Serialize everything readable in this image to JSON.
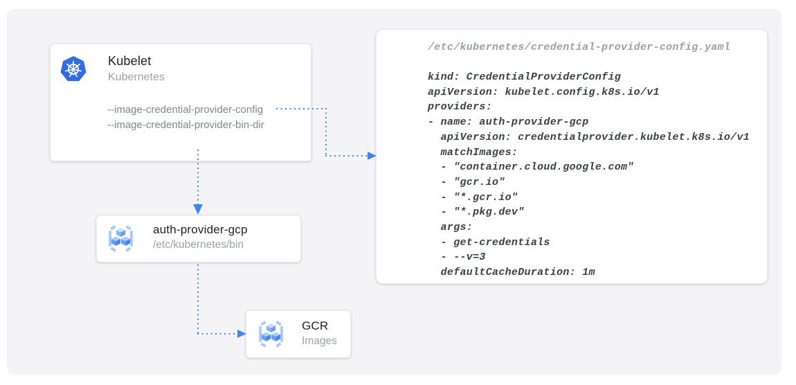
{
  "nodes": {
    "kubelet": {
      "title": "Kubelet",
      "subtitle": "Kubernetes",
      "flags": [
        "--image-credential-provider-config",
        "--image-credential-provider-bin-dir"
      ],
      "icon": "kubernetes-helm-icon"
    },
    "auth_provider": {
      "title": "auth-provider-gcp",
      "subtitle": "/etc/kubernetes/bin",
      "icon": "gcr-cubes-icon"
    },
    "gcr": {
      "title": "GCR",
      "subtitle": "Images",
      "icon": "gcr-cubes-icon"
    }
  },
  "code_panel": {
    "file_path": "/etc/kubernetes/credential-provider-config.yaml",
    "code": "kind: CredentialProviderConfig\napiVersion: kubelet.config.k8s.io/v1\nproviders:\n- name: auth-provider-gcp\n  apiVersion: credentialprovider.kubelet.k8s.io/v1\n  matchImages:\n  - \"container.cloud.google.com\"\n  - \"gcr.io\"\n  - \"*.gcr.io\"\n  - \"*.pkg.dev\"\n  args:\n  - get-credentials\n  - --v=3\n  defaultCacheDuration: 1m"
  },
  "colors": {
    "canvas_background": "#f4f4f6",
    "arrow_blue": "#4285f4",
    "kubernetes_blue": "#326ce5",
    "gcr_bracket_blue": "#a8c7fa",
    "gcr_cube_blue": "#4285f4",
    "title_text": "#212121",
    "subtitle_gray": "#9aa0a6",
    "flag_gray": "#80868b",
    "code_text": "#3c4043",
    "code_path_gray": "#9aa0a6"
  }
}
